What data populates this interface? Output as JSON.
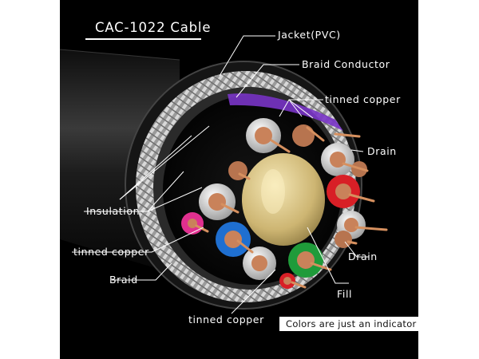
{
  "title": "CAC-1022 Cable",
  "note": "Colors are just an indicator",
  "labels": {
    "jacket": "Jacket(PVC)",
    "braid_conductor": "Braid Conductor",
    "tinned_copper_top": "tinned copper",
    "drain_top": "Drain",
    "insulation": "Insulation",
    "tinned_copper_left": "tinned copper",
    "braid": "Braid",
    "drain_bottom": "Drain",
    "fill": "Fill",
    "tinned_copper_bottom": "tinned copper"
  },
  "colors": {
    "background": "#000000",
    "label_text": "#ffffff",
    "note_background": "#ffffff",
    "note_text": "#111111",
    "copper": "#c9825a",
    "core_fill": "#e3cf92",
    "pair_red": "#d81f26",
    "pair_green": "#1f9b3a",
    "pair_blue": "#1f6fd0",
    "pair_pink": "#e0308f",
    "pair_purple": "#7a35c8"
  }
}
